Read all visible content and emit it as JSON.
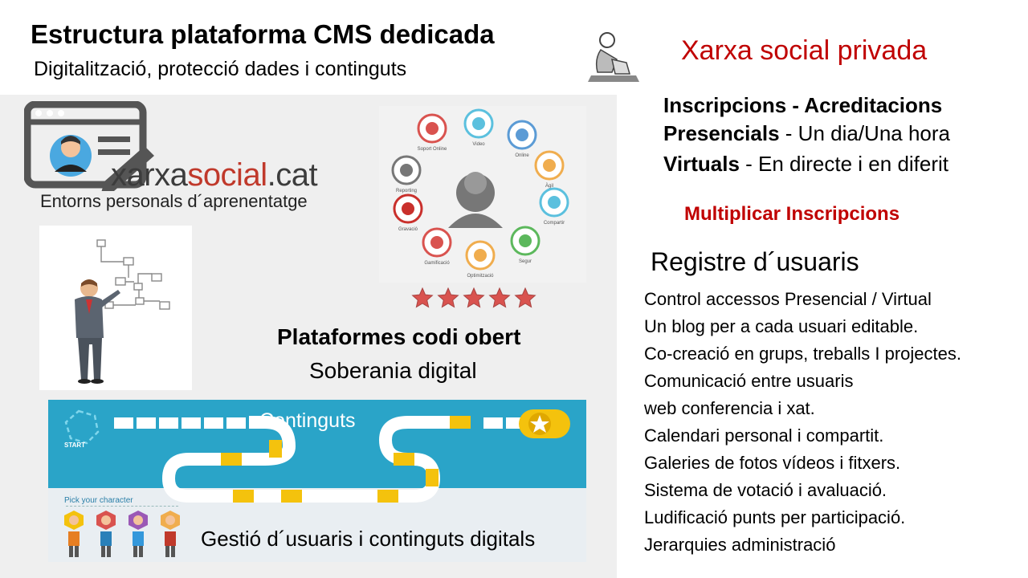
{
  "header": {
    "title": "Estructura plataforma CMS dedicada",
    "subtitle": "Digitalització, protecció dades i continguts"
  },
  "left": {
    "brand_prefix": "xarxa",
    "brand_highlight": "social",
    "brand_suffix": ".cat",
    "brand_tagline": "Entorns personals d´aprenentatge",
    "platform_title": "Plataformes codi obert",
    "platform_subtitle": "Soberania digital",
    "game_label": "Continguts",
    "game_start": "START",
    "game_pick": "Pick your character",
    "management": "Gestió d´usuaris i continguts digitals",
    "wheel_labels": [
      "Soport Online",
      "Video",
      "Online",
      "Àgil",
      "Compartir",
      "Segur",
      "Optimització",
      "Gamificació",
      "Gravació",
      "Reporting"
    ]
  },
  "right": {
    "title": "Xarxa social privada",
    "items": [
      {
        "bold": "Inscripcions - Acreditacions",
        "rest": ""
      },
      {
        "bold": "Presencials",
        "rest": " - Un dia/Una hora"
      },
      {
        "bold": "Virtuals",
        "rest": " - En directe i en diferit"
      }
    ],
    "multiply": "Multiplicar Inscripcions",
    "register_title": "Registre d´usuaris",
    "features": [
      "Control accessos Presencial / Virtual",
      "Un blog per a cada usuari editable.",
      "Co-creació en grups, treballs I projectes.",
      "Comunicació entre usuaris",
      "web conferencia i xat.",
      "Calendari personal i compartit.",
      "Galeries de fotos vídeos i fitxers.",
      "Sistema de votació i avaluació.",
      "Ludificació punts per participació.",
      "Jerarquies administració"
    ]
  },
  "colors": {
    "accent_red": "#c00000",
    "brand_red": "#c0392b",
    "game_blue": "#2aa4c8",
    "game_yellow": "#f4c20d"
  },
  "icons": [
    "person-at-laptop-icon",
    "browser-profile-icon",
    "pencil-icon",
    "businessman-diagram-icon",
    "user-center-icon",
    "star-icon"
  ]
}
